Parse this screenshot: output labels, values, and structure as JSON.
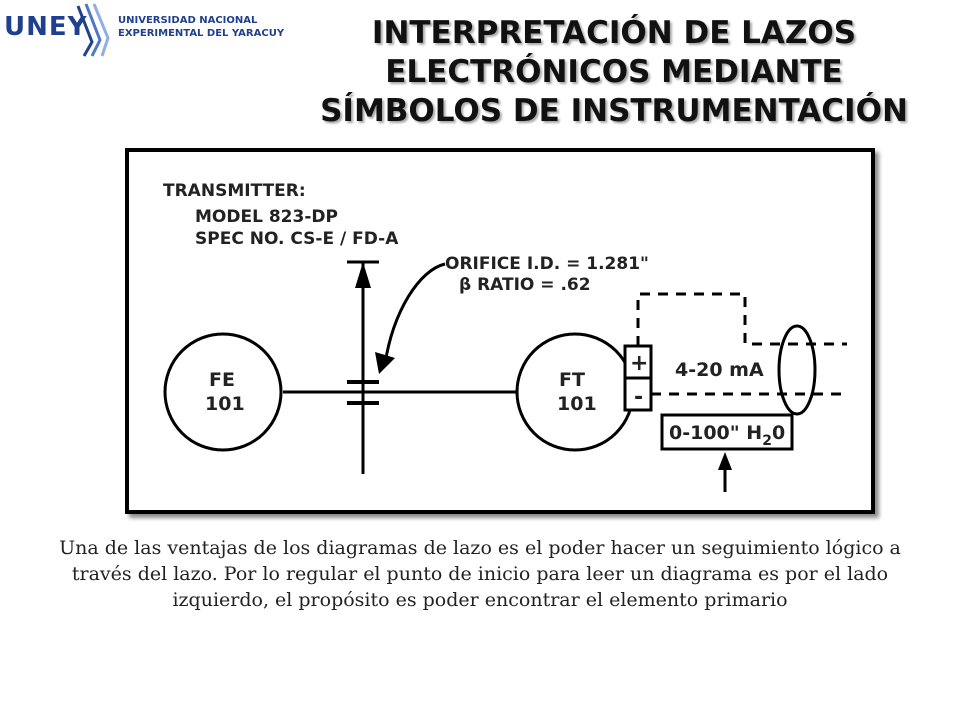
{
  "logo": {
    "wordmark": "UNEY",
    "line1": "UNIVERSIDAD NACIONAL",
    "line2": "EXPERIMENTAL DEL YARACUY",
    "accent": "#1f3f8f"
  },
  "title": "INTERPRETACIÓN DE LAZOS ELECTRÓNICOS MEDIANTE SÍMBOLOS DE INSTRUMENTACIÓN",
  "diagram": {
    "transmitter_label": "TRANSMITTER:",
    "model": "MODEL 823-DP",
    "spec": "SPEC NO. CS-E / FD-A",
    "orifice_id": "ORIFICE I.D. = 1.281\"",
    "beta_ratio": "β  RATIO = .62",
    "fe_tag": "FE",
    "fe_num": "101",
    "ft_tag": "FT",
    "ft_num": "101",
    "plus": "+",
    "minus": "-",
    "signal": "4-20 mA",
    "range": "0-100\" H",
    "range_sub": "2",
    "range_tail": "0"
  },
  "caption": "Una de las ventajas de los diagramas de lazo es el poder hacer un seguimiento lógico a través del lazo. Por lo regular el punto de inicio para leer un diagrama es por el lado izquierdo, el propósito es poder encontrar el elemento primario"
}
